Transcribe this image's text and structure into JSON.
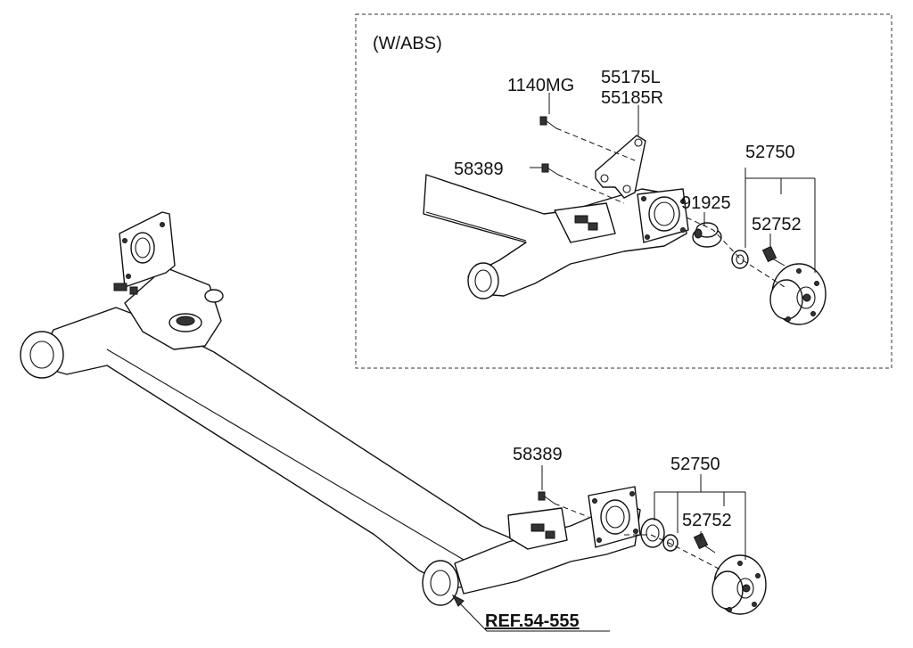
{
  "inset": {
    "title": "(W/ABS)",
    "labels": {
      "bolt": "1140MG",
      "sensor_bracket_left": "55175L",
      "sensor_bracket_right": "55185R",
      "bolt_58389": "58389",
      "hub_assembly": "52750",
      "sensor": "91925",
      "hub_bolt": "52752"
    }
  },
  "main": {
    "labels": {
      "bolt_58389": "58389",
      "hub_assembly": "52750",
      "hub_bolt": "52752"
    },
    "reference": "REF.54-555"
  }
}
